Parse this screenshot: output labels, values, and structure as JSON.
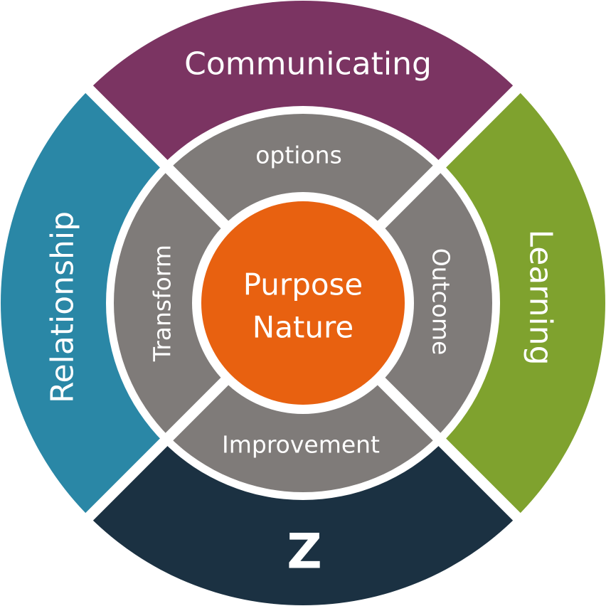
{
  "outer_segments": {
    "top": {
      "label": "Communicating",
      "color": "#7B3462"
    },
    "right": {
      "label": "Learning",
      "color": "#7FA22E"
    },
    "bottom": {
      "label": "Z",
      "color": "#1B3142"
    },
    "left": {
      "label": "Relationship",
      "color": "#2A87A6"
    }
  },
  "inner_segments": {
    "top": "options",
    "right": "Outcome",
    "bottom": "Improvement",
    "left": "Transform",
    "color": "#7F7B79"
  },
  "center": {
    "line1": "Purpose",
    "line2": "Nature",
    "color": "#E86110"
  }
}
